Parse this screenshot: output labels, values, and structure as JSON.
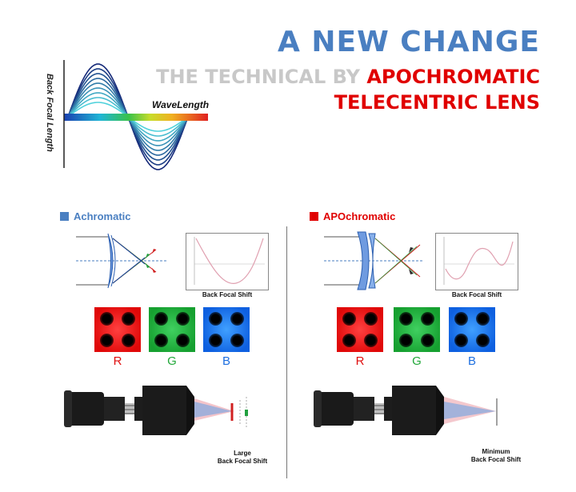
{
  "header": {
    "title": "A NEW CHANGE",
    "subtitle_gray": "THE TECHNICAL BY",
    "subtitle_red_1": "APOCHROMATIC",
    "subtitle_red_2": "TELECENTRIC LENS"
  },
  "wave_graphic": {
    "y_axis_label": "Back Focal Length",
    "x_axis_label": "WaveLength"
  },
  "panels": {
    "left": {
      "title": "Achromatic",
      "marker_color": "#4a7fc1",
      "chart_caption": "Back Focal Shift",
      "channels": [
        "R",
        "G",
        "B"
      ],
      "bottom_caption_1": "Large",
      "bottom_caption_2": "Back Focal Shift"
    },
    "right": {
      "title": "APOchromatic",
      "marker_color": "#e00000",
      "chart_caption": "Back Focal Shift",
      "channels": [
        "R",
        "G",
        "B"
      ],
      "bottom_caption_1": "Minimum",
      "bottom_caption_2": "Back Focal Shift"
    }
  },
  "colors": {
    "title_blue": "#4a7fc1",
    "subtitle_gray": "#c8c8c8",
    "accent_red": "#e00000",
    "channel_red": "#e01010",
    "channel_green": "#22a83a",
    "channel_blue": "#1e6fe0"
  }
}
